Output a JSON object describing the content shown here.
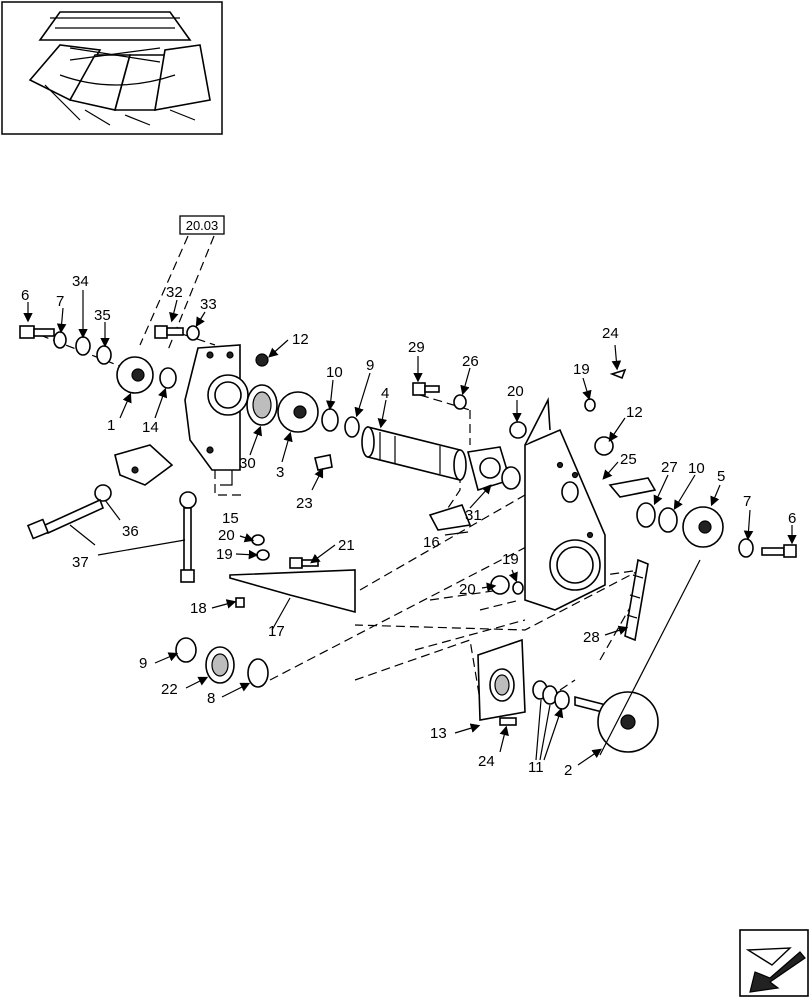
{
  "reference_box": "20.03",
  "callouts": [
    "6",
    "7",
    "34",
    "35",
    "32",
    "33",
    "12",
    "1",
    "14",
    "30",
    "3",
    "10",
    "9",
    "4",
    "29",
    "26",
    "20",
    "19",
    "24",
    "12",
    "25",
    "27",
    "10",
    "5",
    "7",
    "6",
    "23",
    "15",
    "16",
    "31",
    "36",
    "37",
    "20",
    "19",
    "21",
    "18",
    "17",
    "20",
    "19",
    "28",
    "9",
    "22",
    "8",
    "13",
    "24",
    "11",
    "2"
  ]
}
